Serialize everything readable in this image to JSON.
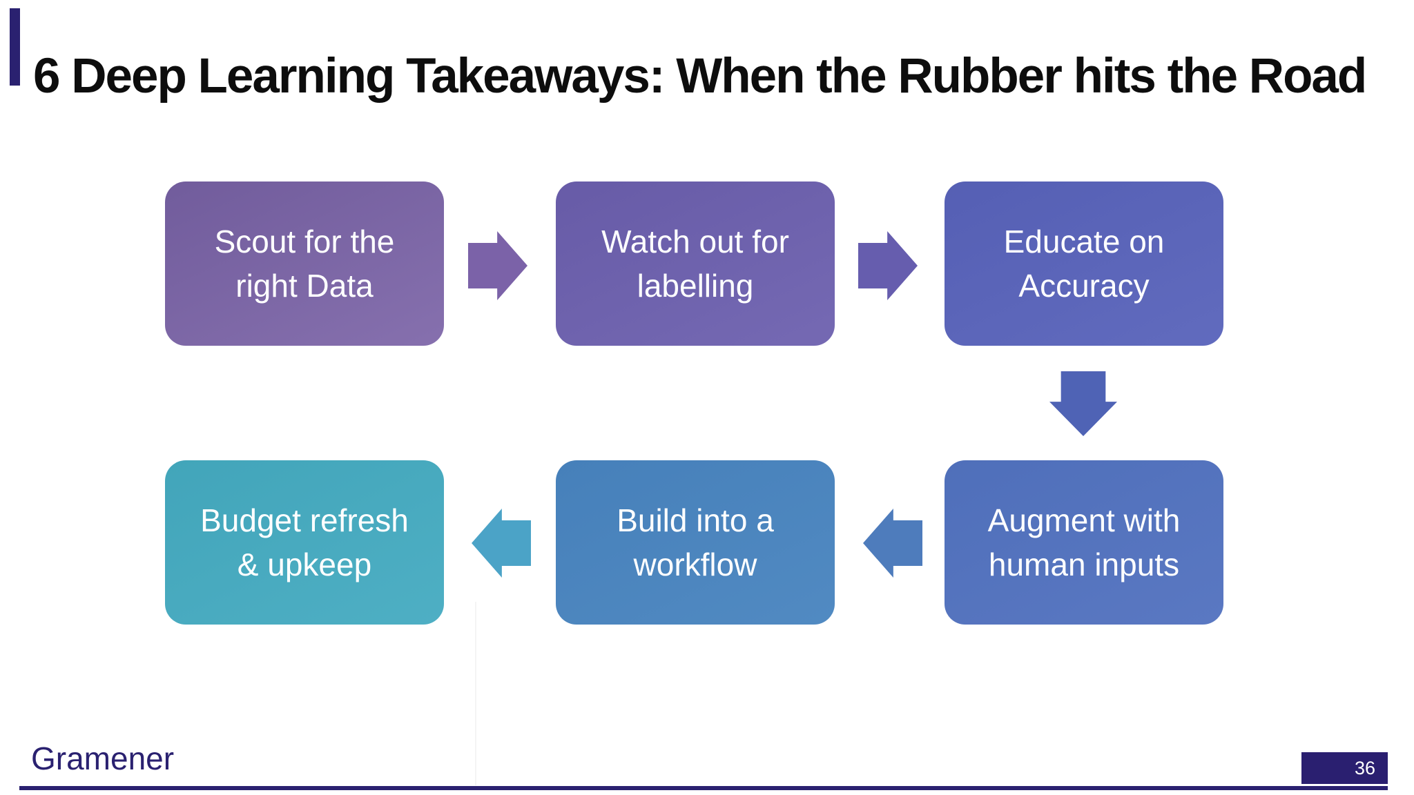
{
  "slide": {
    "title": "6 Deep Learning Takeaways: When the Rubber hits the Road",
    "brand": "Gramener",
    "page_number": "36",
    "colors": {
      "accent_navy": "#2A2170",
      "page_badge_navy": "#2A1F70",
      "title_text": "#0d0d0d",
      "box_text": "#ffffff",
      "background": "#ffffff"
    }
  },
  "diagram": {
    "boxes": [
      {
        "id": "scout-data",
        "label": "Scout for the\nright Data",
        "color_top": "#715C9C",
        "color_bottom": "#8670AE"
      },
      {
        "id": "labelling",
        "label": "Watch out for\nlabelling",
        "color_top": "#675BA7",
        "color_bottom": "#7569B3"
      },
      {
        "id": "accuracy",
        "label": "Educate on\nAccuracy",
        "color_top": "#555FB4",
        "color_bottom": "#616BBE"
      },
      {
        "id": "human-inputs",
        "label": "Augment with\nhuman inputs",
        "color_top": "#4F6FBA",
        "color_bottom": "#5A78C2"
      },
      {
        "id": "workflow",
        "label": "Build into a\nworkflow",
        "color_top": "#4680BA",
        "color_bottom": "#518AC2"
      },
      {
        "id": "budget",
        "label": "Budget refresh\n& upkeep",
        "color_top": "#42A5BA",
        "color_bottom": "#4EAFC4"
      }
    ],
    "arrows": [
      {
        "id": "scout-to-labelling",
        "direction": "right",
        "color": "#7B62A8"
      },
      {
        "id": "labelling-to-accuracy",
        "direction": "right",
        "color": "#665DAE"
      },
      {
        "id": "accuracy-to-human",
        "direction": "down",
        "color": "#4F63B5"
      },
      {
        "id": "human-to-workflow",
        "direction": "left",
        "color": "#4E7CBC"
      },
      {
        "id": "workflow-to-budget",
        "direction": "left",
        "color": "#4BA3C7"
      }
    ]
  }
}
